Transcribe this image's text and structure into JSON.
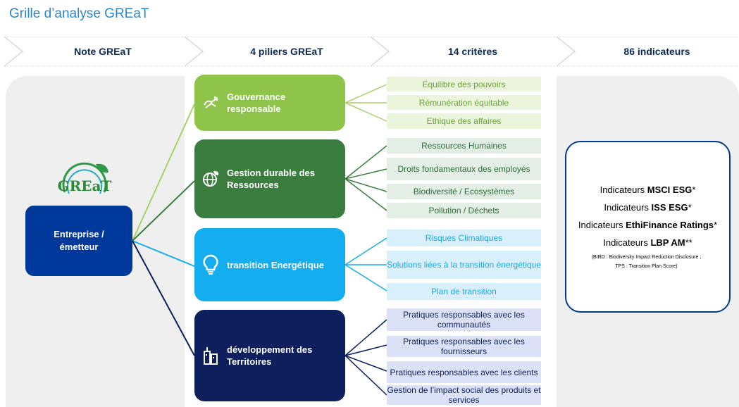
{
  "title": "Grille d’analyse GREaT",
  "headers": [
    "Note GREaT",
    "4 piliers GREaT",
    "14 critères",
    "86 indicateurs"
  ],
  "logo_text": "GREaT",
  "entity": "Entreprise /\németteur",
  "pillars": [
    {
      "label": "Gouvernance\nresponsable",
      "icon": "handshake-leaf-icon",
      "color": "#8fc44a"
    },
    {
      "label": "Gestion durable des\nRessources",
      "icon": "globe-leaf-icon",
      "color": "#3a7d3f"
    },
    {
      "label": "transition Energétique",
      "icon": "lightbulb-icon",
      "color": "#14adef"
    },
    {
      "label": "développement des\nTerritoires",
      "icon": "buildings-icon",
      "color": "#0d1f5c"
    }
  ],
  "criteria": [
    [
      "Equilibre des pouvoirs",
      "Rémunération équitable",
      "Ethique des affaires"
    ],
    [
      "Ressources Humaines",
      "Droits fondamentaux des employés",
      "Biodiversité / Ecosystèmes",
      "Pollution / Déchets"
    ],
    [
      "Risques Climatiques",
      "Solutions liées à la transition énergétique",
      "Plan de transition"
    ],
    [
      "Pratiques responsables avec les communautés",
      "Pratiques responsables avec les fournisseurs",
      "Pratiques responsables avec les clients",
      "Gestion de l’impact social des produits et services"
    ]
  ],
  "indicators": [
    {
      "prefix": "Indicateurs ",
      "name": "MSCI ESG",
      "suffix": "*"
    },
    {
      "prefix": "Indicateurs ",
      "name": "ISS ESG",
      "suffix": "*"
    },
    {
      "prefix": "Indicateurs ",
      "name": "EthiFinance Ratings",
      "suffix": "*"
    },
    {
      "prefix": "Indicateurs ",
      "name": "LBP AM",
      "suffix": "**"
    }
  ],
  "note_line1": "(BIRD : Biodiversity Impact Reduction Disclosure ;",
  "note_line2": "TPS : Transition Plan Score)"
}
